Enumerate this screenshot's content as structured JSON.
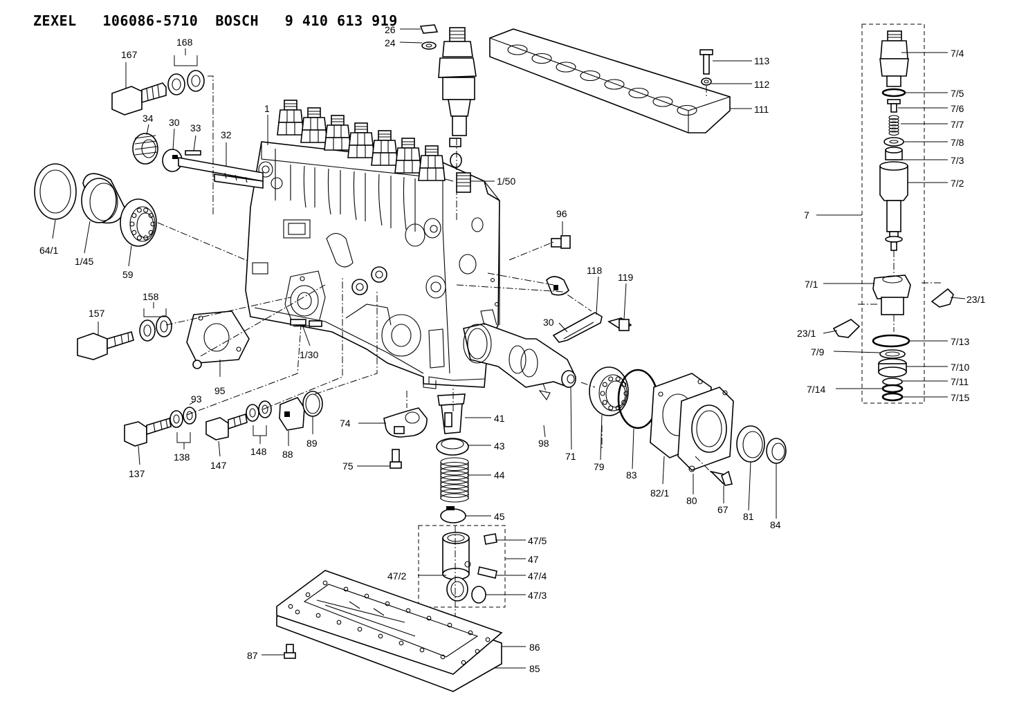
{
  "header": {
    "brand_left": "ZEXEL",
    "part_number_left": "106086-5710",
    "brand_right": "BOSCH",
    "part_number_right": "9 410 613 919"
  },
  "callouts": {
    "c1": "1",
    "c24": "24",
    "c26": "26",
    "c30": "30",
    "c30b": "30",
    "c32": "32",
    "c33": "33",
    "c34": "34",
    "c41": "41",
    "c43": "43",
    "c44": "44",
    "c45": "45",
    "c47": "47",
    "c47_2": "47/2",
    "c47_3": "47/3",
    "c47_4": "47/4",
    "c47_5": "47/5",
    "c59": "59",
    "c64_1": "64/1",
    "c67": "67",
    "c71": "71",
    "c74": "74",
    "c75": "75",
    "c79": "79",
    "c80": "80",
    "c81": "81",
    "c82_1": "82/1",
    "c83": "83",
    "c84": "84",
    "c85": "85",
    "c86": "86",
    "c87": "87",
    "c88": "88",
    "c89": "89",
    "c93": "93",
    "c95": "95",
    "c96": "96",
    "c98": "98",
    "c111": "111",
    "c112": "112",
    "c113": "113",
    "c118": "118",
    "c119": "119",
    "c137": "137",
    "c138": "138",
    "c147": "147",
    "c148": "148",
    "c157": "157",
    "c158": "158",
    "c167": "167",
    "c168": "168",
    "c1_30": "1/30",
    "c1_45": "1/45",
    "c1_50": "1/50",
    "c7": "7",
    "c7_1": "7/1",
    "c7_2": "7/2",
    "c7_3": "7/3",
    "c7_4": "7/4",
    "c7_5": "7/5",
    "c7_6": "7/6",
    "c7_7": "7/7",
    "c7_8": "7/8",
    "c7_9": "7/9",
    "c7_10": "7/10",
    "c7_11": "7/11",
    "c7_13": "7/13",
    "c7_14": "7/14",
    "c7_15": "7/15",
    "c23_1a": "23/1",
    "c23_1b": "23/1"
  }
}
